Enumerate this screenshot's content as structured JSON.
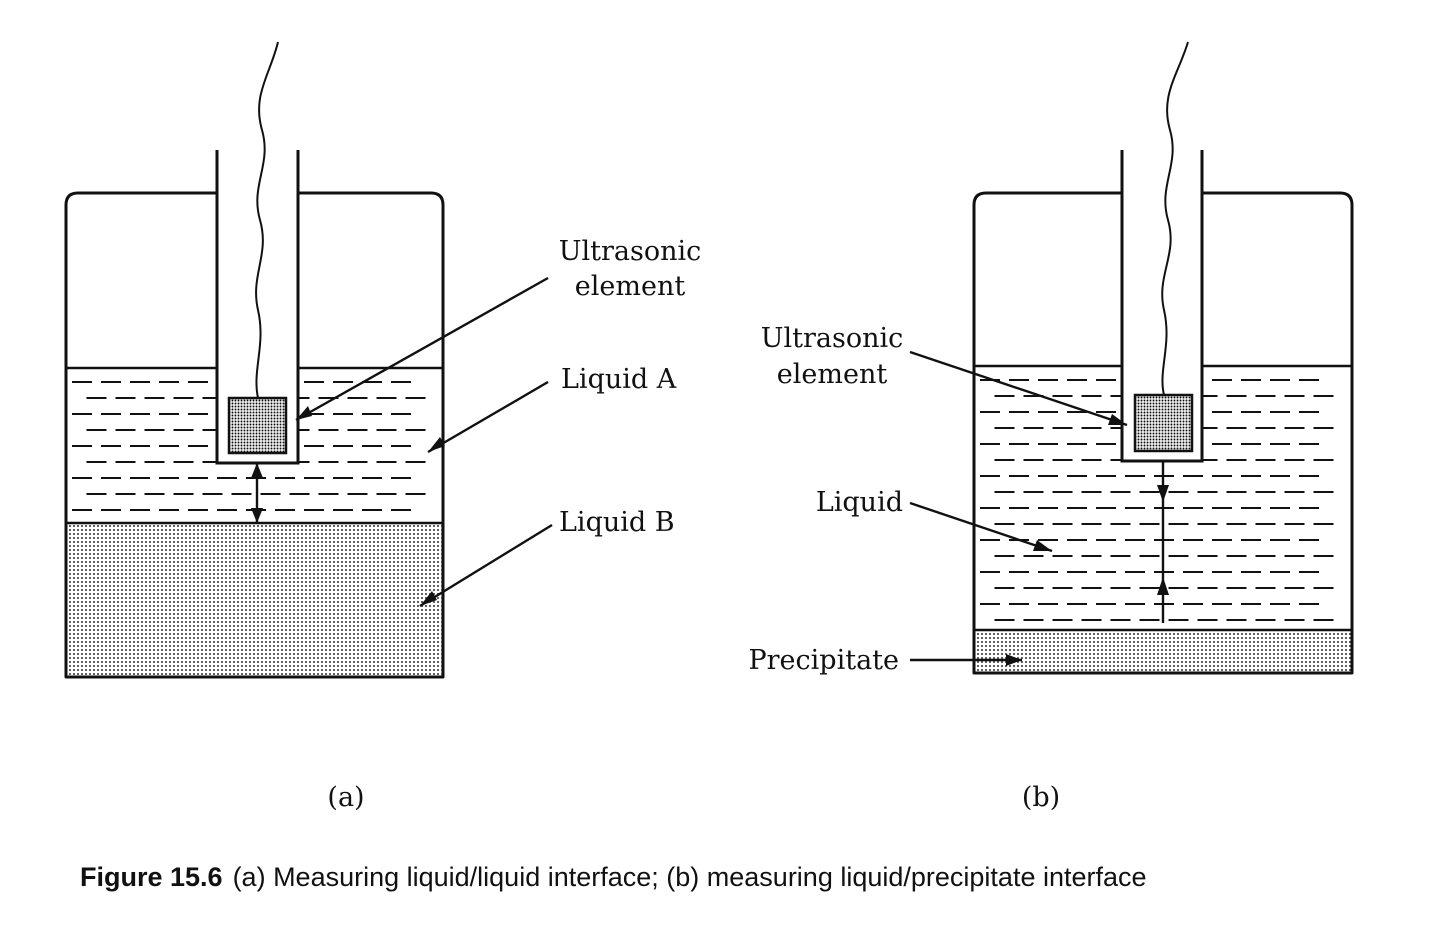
{
  "panel_a": {
    "label_ultrasonic_line1": "Ultrasonic",
    "label_ultrasonic_line2": "element",
    "label_liquid_a": "Liquid A",
    "label_liquid_b": "Liquid B",
    "panel_label": "(a)"
  },
  "panel_b": {
    "label_ultrasonic_line1": "Ultrasonic",
    "label_ultrasonic_line2": "element",
    "label_liquid": "Liquid",
    "label_precipitate": "Precipitate",
    "panel_label": "(b)"
  },
  "caption": {
    "figure_number": "Figure 15.6",
    "text": "(a) Measuring liquid/liquid interface; (b) measuring liquid/precipitate interface"
  }
}
